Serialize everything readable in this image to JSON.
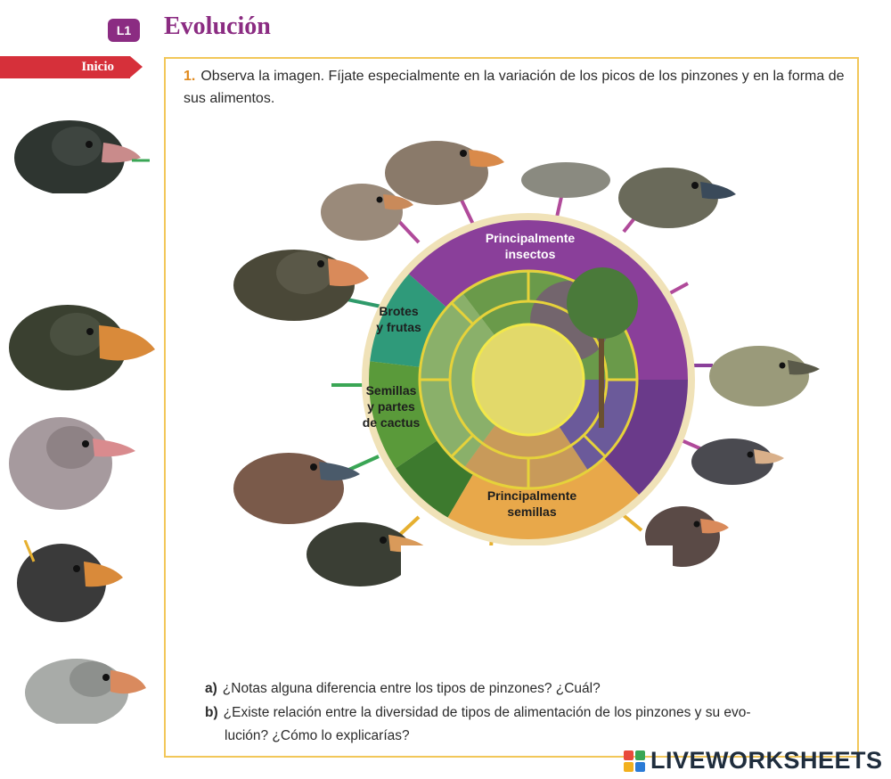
{
  "header": {
    "lesson_badge": "L1",
    "title": "Evolución",
    "section_tab": "Inicio"
  },
  "question1": {
    "number": "1.",
    "text": "Observa la imagen. Fíjate especialmente en la variación de los picos de los pinzones y en la forma de sus alimentos."
  },
  "wheel": {
    "segments": [
      {
        "label_line1": "Principalmente",
        "label_line2": "insectos",
        "color": "#8a3f9a"
      },
      {
        "label_line1": "Brotes",
        "label_line2": "y frutas",
        "color": "#2f9a6a"
      },
      {
        "label_line1": "Semillas",
        "label_line2": "y partes",
        "label_line3": "de cactus",
        "color": "#5a9a3a"
      },
      {
        "label_line1": "Principalmente",
        "label_line2": "semillas",
        "color": "#e0a03a"
      }
    ]
  },
  "subquestions": {
    "a_label": "a)",
    "a_text": "¿Notas alguna diferencia entre los tipos de pinzones? ¿Cuál?",
    "b_label": "b)",
    "b_text": "¿Existe relación entre la diversidad de tipos de alimentación de los pinzones y su evo-",
    "b_text2": "lución? ¿Cómo lo explicarías?"
  },
  "brand": {
    "text": "LIVEWORKSHEETS",
    "logo_colors": [
      "#e84a3c",
      "#3aa655",
      "#f2b01e",
      "#2b7bd6"
    ]
  },
  "colors": {
    "purple": "#8b2c82",
    "red_tab": "#d6303a",
    "frame": "#f2c75a",
    "number": "#e08a1e"
  }
}
